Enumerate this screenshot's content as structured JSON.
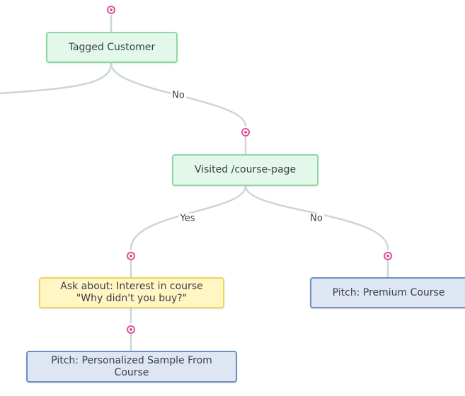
{
  "nodes": {
    "tagged_customer": "Tagged Customer",
    "visited_course_page": "Visited /course-page",
    "ask_about": "Ask about: Interest in course\n\"Why didn't you buy?\"",
    "pitch_premium": "Pitch: Premium Course",
    "pitch_sample": "Pitch: Personalized Sample From\nCourse"
  },
  "edge_labels": {
    "tagged_no": "No",
    "visited_yes": "Yes",
    "visited_no": "No"
  },
  "colors": {
    "connector": "#c9d8d4",
    "add_dot": "#e0509a",
    "condition_fill": "#e3f7ea",
    "condition_border": "#8cd9a6",
    "question_fill": "#fff6c4",
    "question_border": "#f0d35a",
    "action_fill": "#dfe6f3",
    "action_border": "#6f8ec4"
  }
}
